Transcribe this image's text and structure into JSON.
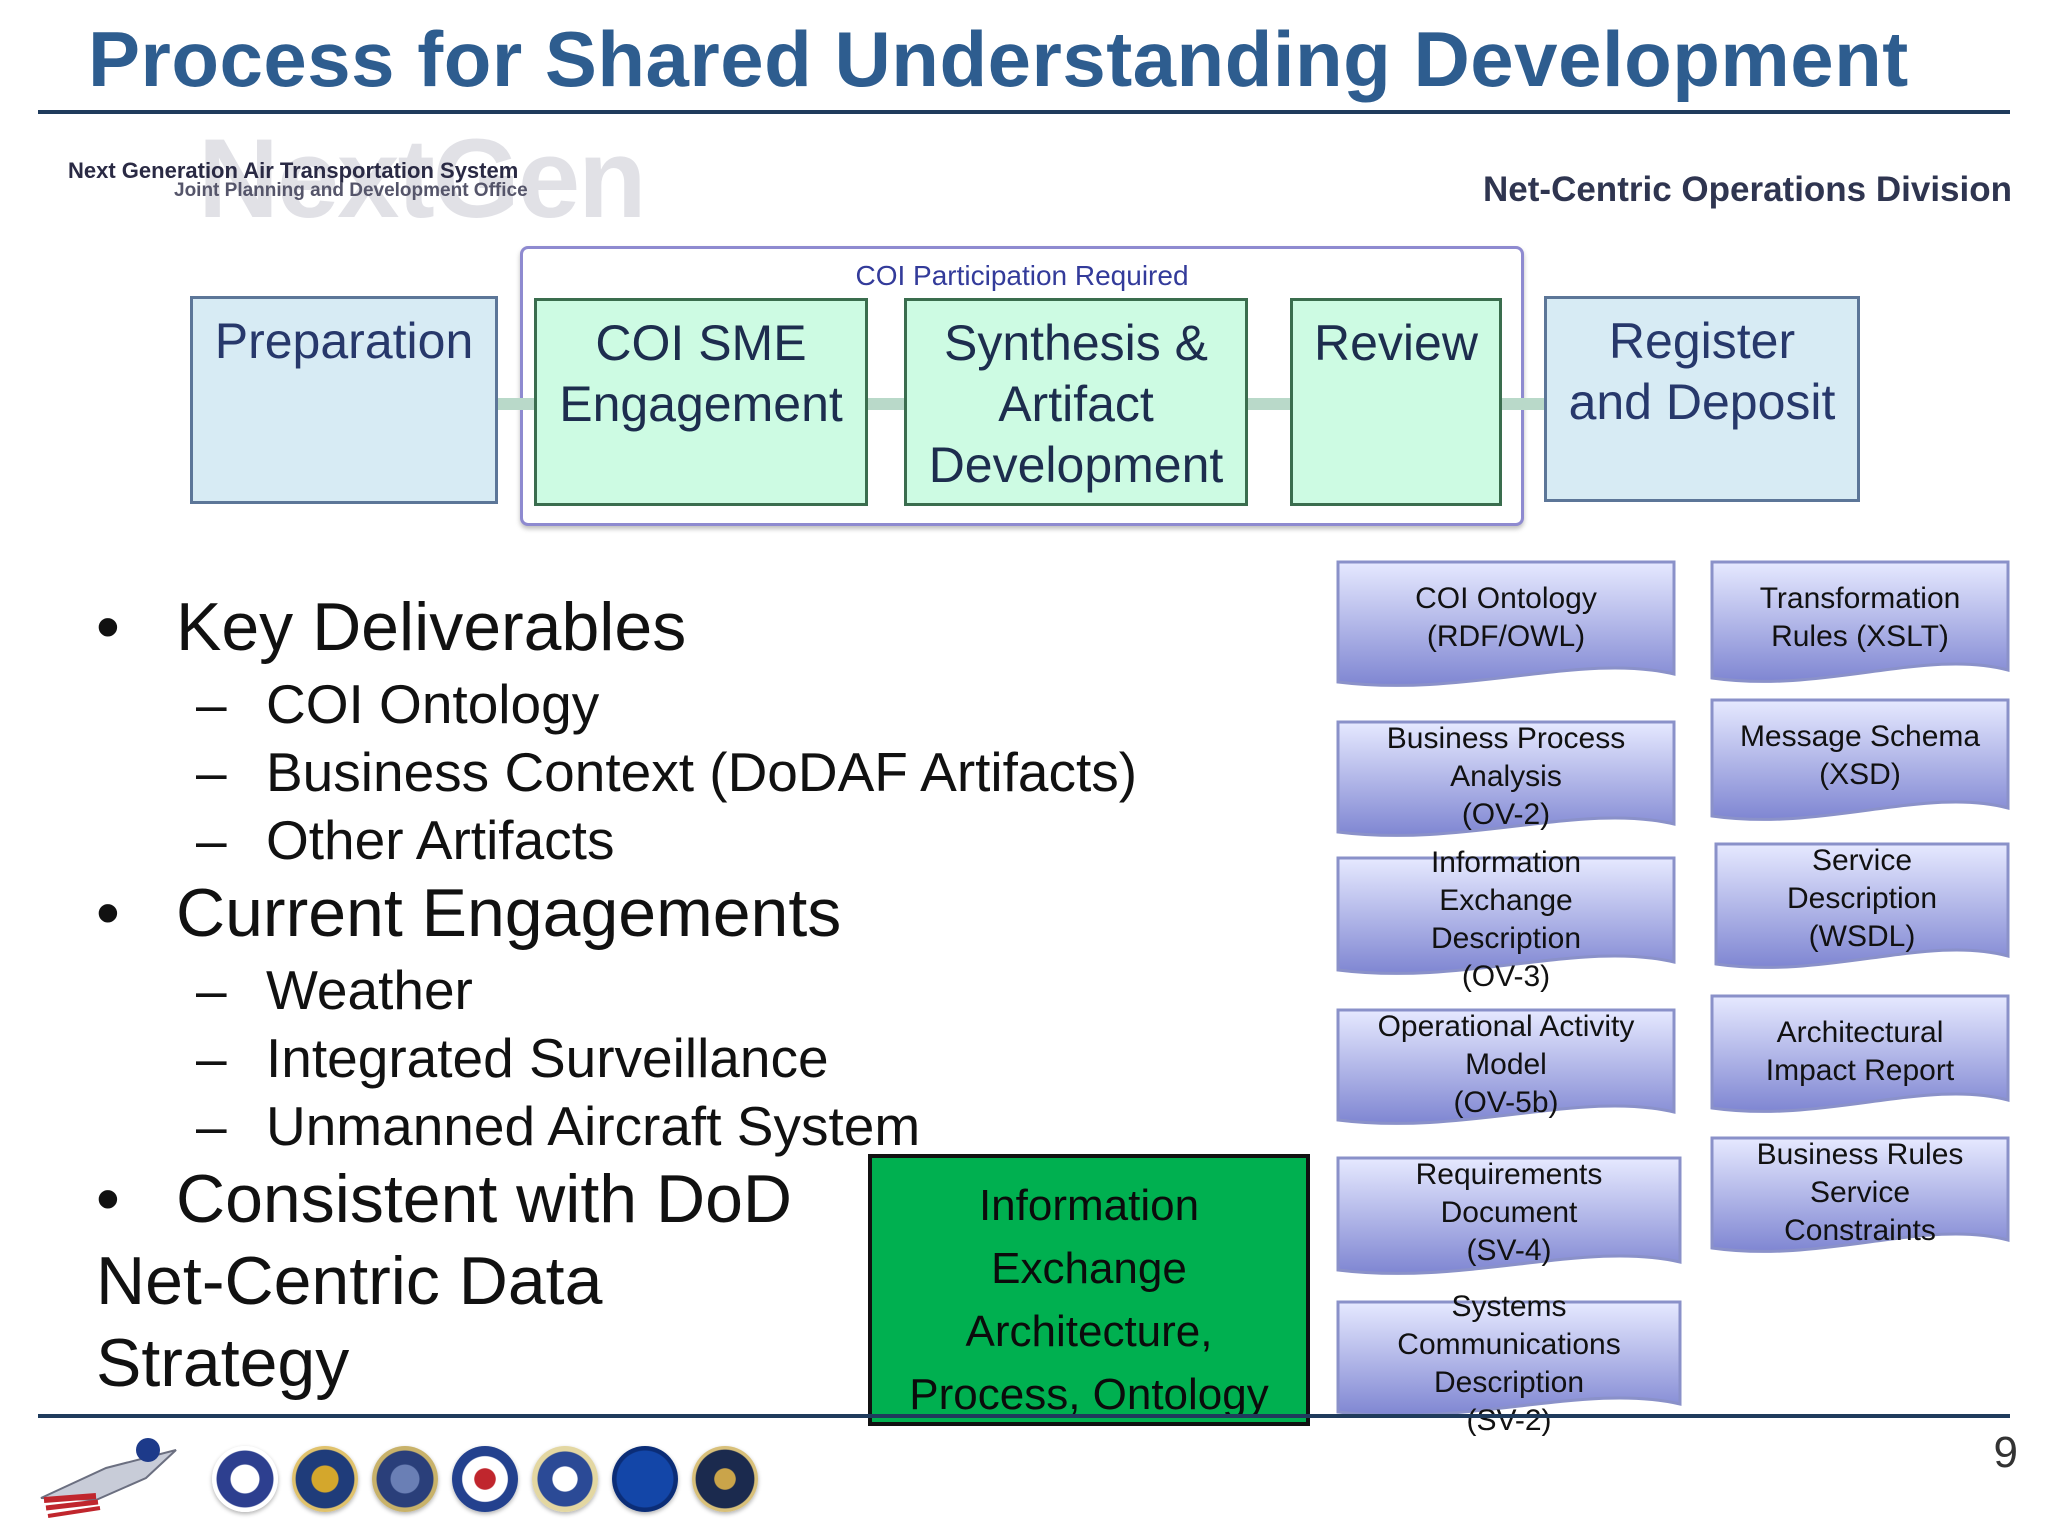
{
  "title": "Process for Shared Understanding Development",
  "header": {
    "logo_line1": "Next Generation Air Transportation System",
    "logo_line2": "Joint Planning and Development Office",
    "logo_watermark": "NextGen",
    "division": "Net-Centric Operations Division"
  },
  "process": {
    "coi_label": "COI Participation Required",
    "steps": [
      {
        "label": "Preparation",
        "color": "#d7ebf4"
      },
      {
        "label": "COI SME Engagement",
        "color": "#cdfbe3"
      },
      {
        "label": "Synthesis & Artifact Development",
        "color": "#cdfbe3"
      },
      {
        "label": "Review",
        "color": "#cdfbe3"
      },
      {
        "label": "Register and Deposit",
        "color": "#d7ebf4"
      }
    ]
  },
  "bullets": {
    "key_deliverables": "Key Deliverables",
    "kd_items": [
      "COI Ontology",
      "Business Context (DoDAF Artifacts)",
      "Other Artifacts"
    ],
    "current_engagements": "Current Engagements",
    "ce_items": [
      "Weather",
      "Integrated Surveillance",
      "Unmanned Aircraft System"
    ],
    "consistent_line1": "Consistent with DoD",
    "consistent_line2": "Net-Centric Data",
    "consistent_line3": "Strategy",
    "bullet_glyph": "•",
    "dash_glyph": "–"
  },
  "green_box": {
    "lines": [
      "Information",
      "Exchange",
      "Architecture,",
      "Process, Ontology"
    ],
    "color": "#00b050"
  },
  "documents": {
    "left": [
      {
        "lines": [
          "COI Ontology",
          "(RDF/OWL)"
        ]
      },
      {
        "lines": [
          "Business Process",
          "Analysis",
          "(OV-2)"
        ]
      },
      {
        "lines": [
          "Information",
          "Exchange",
          "Description",
          "(OV-3)"
        ]
      },
      {
        "lines": [
          "Operational Activity",
          "Model",
          "(OV-5b)"
        ]
      },
      {
        "lines": [
          "Requirements",
          "Document",
          "(SV-4)"
        ]
      },
      {
        "lines": [
          "Systems",
          "Communications",
          "Description",
          "(SV-2)"
        ]
      }
    ],
    "right": [
      {
        "lines": [
          "Transformation",
          "Rules (XSLT)"
        ]
      },
      {
        "lines": [
          "Message Schema",
          "(XSD)"
        ]
      },
      {
        "lines": [
          "Service",
          "Description",
          "(WSDL)"
        ]
      },
      {
        "lines": [
          "Architectural",
          "Impact Report"
        ]
      },
      {
        "lines": [
          "Business Rules",
          "Service",
          "Constraints"
        ]
      }
    ],
    "fill_top": "#e6e9ff",
    "fill_bottom": "#7f86d2"
  },
  "page_number": "9",
  "footer": {
    "seal_icons": [
      "nextgen-jet-logo-icon",
      "dot-seal-icon",
      "commerce-seal-icon",
      "defense-seal-icon",
      "dhs-seal-icon",
      "faa-seal-icon",
      "nasa-meatball-icon",
      "white-house-seal-icon"
    ]
  }
}
